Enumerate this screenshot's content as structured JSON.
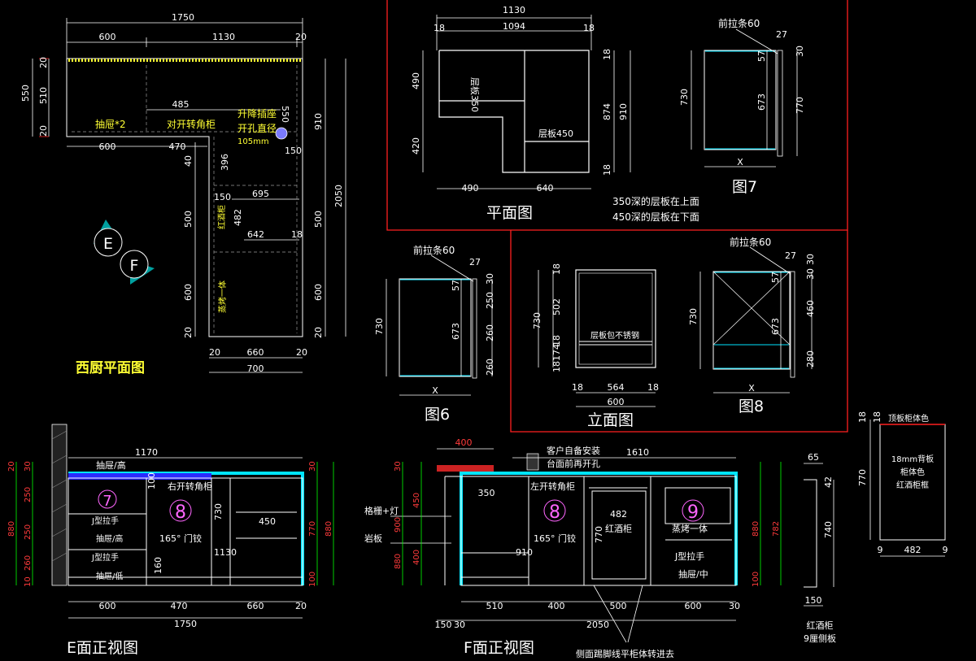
{
  "plan": {
    "title": "西厨平面图",
    "top_total": "1750",
    "top_a": "600",
    "top_b": "1130",
    "top_c": "20",
    "left_550": "550",
    "left_20a": "20",
    "left_510": "510",
    "left_20b": "20",
    "inner_485": "485",
    "drawer_label": "抽屉*2",
    "corner_label": "对开转角柜",
    "lift_label1": "升降插座",
    "lift_label2": "开孔直径",
    "lift_label3": "105mm",
    "val_550": "550",
    "row_600": "600",
    "row_470": "470",
    "val_150": "150",
    "val_40": "40",
    "val_396": "396",
    "val_910": "910",
    "val_2050": "2050",
    "val_150b": "150",
    "val_695": "695",
    "val_482": "482",
    "val_642": "642",
    "val_18": "18",
    "wine_label": "红酒柜",
    "steam_label": "蒸烤一体",
    "val_500a": "500",
    "val_500b": "500",
    "val_600a": "600",
    "val_600b": "600",
    "val_20c": "20",
    "val_20d": "20",
    "bot_20a": "20",
    "bot_660": "660",
    "bot_20b": "20",
    "bot_700": "700",
    "marker_e": "E",
    "marker_f": "F"
  },
  "topview": {
    "title": "平面图",
    "w_1130": "1130",
    "w_18a": "18",
    "w_1094": "1094",
    "w_18b": "18",
    "shelf350": "层板350",
    "shelf450": "层板450",
    "h_490": "490",
    "h_420": "420",
    "r_18a": "18",
    "r_874": "874",
    "r_910": "910",
    "r_18b": "18",
    "b_490": "490",
    "b_640": "640",
    "note1": "350深的层板在上面",
    "note2": "450深的层板在下面"
  },
  "fig7": {
    "title": "图7",
    "pull": "前拉条60",
    "v27": "27",
    "v57": "57",
    "v30": "30",
    "v730": "730",
    "v673": "673",
    "v770": "770",
    "x": "X"
  },
  "fig6": {
    "title": "图6",
    "pull": "前拉条60",
    "v27": "27",
    "v57": "57",
    "v30": "30",
    "v250": "250",
    "v260a": "260",
    "v260b": "260",
    "v730": "730",
    "v673": "673",
    "x": "X"
  },
  "elev": {
    "title": "立面图",
    "v18a": "18",
    "v502": "502",
    "v730": "730",
    "v18b": "18",
    "v174": "174",
    "v18c": "18",
    "shelf_note": "层板包不锈钢",
    "b18a": "18",
    "b564": "564",
    "b18b": "18",
    "b600": "600"
  },
  "fig8": {
    "title": "图8",
    "pull": "前拉条60",
    "v27": "27",
    "v57": "57",
    "v30a": "30",
    "v30b": "30",
    "v730": "730",
    "v673": "673",
    "v460": "460",
    "v280": "280",
    "x": "X"
  },
  "side": {
    "top_label": "顶板柜体色",
    "s18a": "18",
    "s18b": "18",
    "v770": "770",
    "note1": "18mm背板",
    "note2": "柜体色",
    "note3": "红酒柜框",
    "b9a": "9",
    "b482": "482",
    "b9b": "9"
  },
  "panel": {
    "v65": "65",
    "v42": "42",
    "v740": "740",
    "v150": "150",
    "note1": "红酒柜",
    "note2": "9厘侧板"
  },
  "eview": {
    "title": "E面正视图",
    "w_1170": "1170",
    "drawer_high1": "抽屉/高",
    "jpull1": "J型拉手",
    "drawer_high2": "抽屉/高",
    "jpull2": "J型拉手",
    "drawer_low": "抽屉/低",
    "corner_right": "右开转角柜",
    "hinge": "165° 门铰",
    "v1130": "1130",
    "v450": "450",
    "v730": "730",
    "v160": "160",
    "v100": "100",
    "num7": "7",
    "num8": "8",
    "l20a": "20",
    "l30": "30",
    "l250": "250",
    "l250b": "250",
    "l260": "260",
    "l10": "10",
    "l880": "880",
    "r30": "30",
    "r770": "770",
    "r880": "880",
    "r100": "100",
    "b600": "600",
    "b470": "470",
    "b660": "660",
    "b20": "20",
    "b1750": "1750"
  },
  "fview": {
    "title": "F面正视图",
    "top_400": "400",
    "note_install": "客户自备安装",
    "note_hole": "台面前再开孔",
    "top_1610": "1610",
    "grille": "格栅+灯",
    "rock": "岩板",
    "v350": "350",
    "corner_left": "左开转角柜",
    "hinge": "165° 门铰",
    "v910": "910",
    "v482": "482",
    "wine": "红酒柜",
    "v770": "770",
    "steam": "蒸烤一体",
    "jpull": "J型拉手",
    "drawer_mid": "抽屉/中",
    "num8": "8",
    "num9": "9",
    "l30": "30",
    "l450": "450",
    "l900": "900",
    "l400": "400",
    "l880": "880",
    "r880": "880",
    "r782": "782",
    "r100": "100",
    "b510": "510",
    "b400": "400",
    "b500": "500",
    "b600": "600",
    "b30": "30",
    "b150": "150",
    "b30b": "30",
    "b2050": "2050",
    "note_side": "侧面踢脚线平柜体转进去"
  },
  "colors": {
    "accent_yellow": "#ffff33",
    "cyan": "#00e5ff",
    "red": "#ff2020",
    "green": "#00ff00",
    "magenta": "#ff66ff"
  }
}
